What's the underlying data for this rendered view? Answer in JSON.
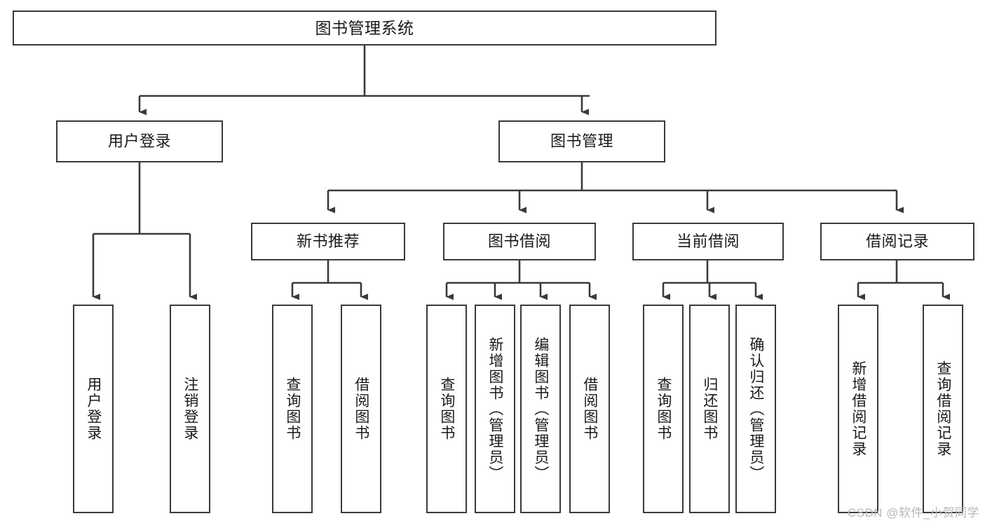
{
  "diagram": {
    "title": "图书管理系统",
    "type": "tree-hierarchy-chart",
    "colors": {
      "box_border": "#3a3a3a",
      "box_fill": "#ffffff",
      "edge": "#3a3a3a",
      "text": "#1a1a1a",
      "watermark": "#b8b8b8",
      "background": "#ffffff"
    },
    "watermark": "CSDN @软件_小贺同学",
    "nodes": {
      "root": {
        "label": "图书管理系统"
      },
      "level1": [
        {
          "id": "user-login",
          "label": "用户登录"
        },
        {
          "id": "book-management",
          "label": "图书管理"
        }
      ],
      "level2": [
        {
          "id": "new-book-recommend",
          "label": "新书推荐"
        },
        {
          "id": "book-borrow",
          "label": "图书借阅"
        },
        {
          "id": "current-borrow",
          "label": "当前借阅"
        },
        {
          "id": "borrow-record",
          "label": "借阅记录"
        }
      ],
      "leaves": {
        "user-login": [
          {
            "id": "leaf-user-login",
            "label": "用户登录"
          },
          {
            "id": "leaf-user-logout",
            "label": "注销登录"
          }
        ],
        "new-book-recommend": [
          {
            "id": "leaf-query-book-1",
            "label": "查询图书"
          },
          {
            "id": "leaf-borrow-book-1",
            "label": "借阅图书"
          }
        ],
        "book-borrow": [
          {
            "id": "leaf-query-book-2",
            "label": "查询图书"
          },
          {
            "id": "leaf-add-book",
            "label": "新增图书（管理员）"
          },
          {
            "id": "leaf-edit-book",
            "label": "编辑图书（管理员）"
          },
          {
            "id": "leaf-borrow-book-2",
            "label": "借阅图书"
          }
        ],
        "current-borrow": [
          {
            "id": "leaf-query-book-3",
            "label": "查询图书"
          },
          {
            "id": "leaf-return-book",
            "label": "归还图书"
          },
          {
            "id": "leaf-confirm-return",
            "label": "确认归还（管理员）"
          }
        ],
        "borrow-record": [
          {
            "id": "leaf-add-record",
            "label": "新增借阅记录"
          },
          {
            "id": "leaf-query-record",
            "label": "查询借阅记录"
          }
        ]
      }
    }
  }
}
